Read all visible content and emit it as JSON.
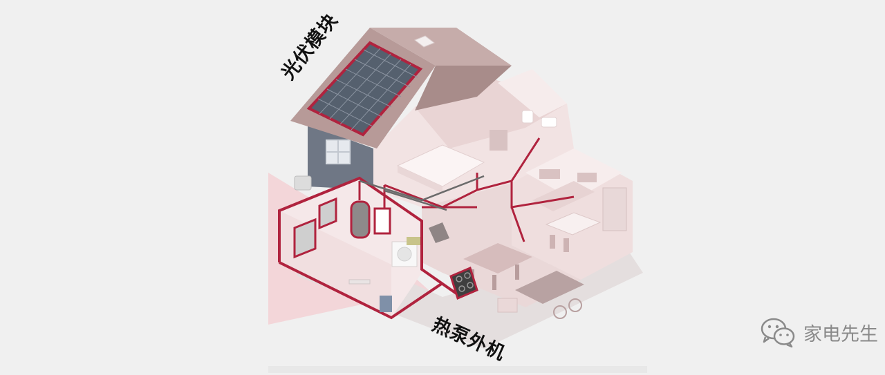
{
  "labels": {
    "pv_module": "光伏模块",
    "heat_pump_outdoor_unit": "热泵外机"
  },
  "watermark": {
    "text": "家电先生"
  },
  "colors": {
    "background": "#f0f0f0",
    "pipe_red": "#b0233e",
    "roof": "#b79a98",
    "panel": "#55606e",
    "wall_grey": "#6f7785",
    "interior": "#efdfdf",
    "light_cone": "#f3c9cf",
    "watermark_grey": "#8a8a8a"
  },
  "icons": {
    "watermark_icon": "wechat-icon"
  }
}
